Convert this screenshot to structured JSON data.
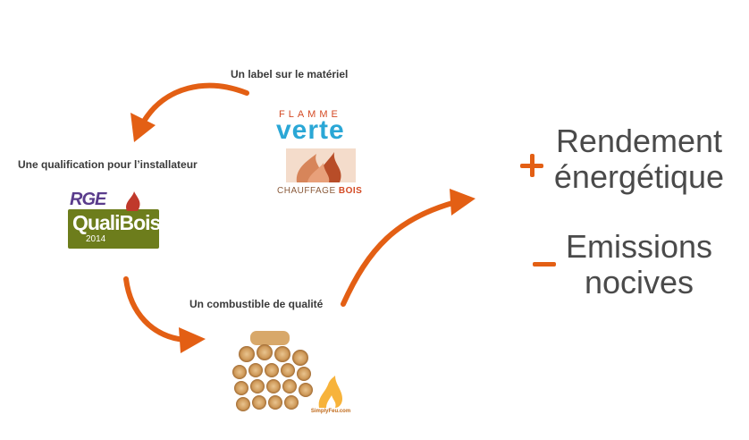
{
  "captions": {
    "label": "Un label sur le matériel",
    "qualification": "Une qualification pour l’installateur",
    "fuel": "Un combustible de qualité"
  },
  "logos": {
    "flamme_verte": {
      "top": "FLAMME",
      "word": "verte",
      "bottom_a": "CHAUFFAGE",
      "bottom_b": "BOIS"
    },
    "qualibois": {
      "rge": "RGE",
      "word": "QualiBois",
      "year": "2014"
    },
    "simplyfeu": {
      "text": "SimplyFeu.com"
    }
  },
  "benefits": {
    "plus_sign": "+",
    "plus_lines": [
      "Rendement",
      "énergétique"
    ],
    "minus_sign": "-",
    "minus_lines": [
      "Emissions",
      "nocives"
    ]
  },
  "colors": {
    "accent": "#e35f14",
    "text": "#4a4a4a"
  },
  "icons": [
    "curved-arrow-icon",
    "flame-icon",
    "wood-logs-image"
  ]
}
